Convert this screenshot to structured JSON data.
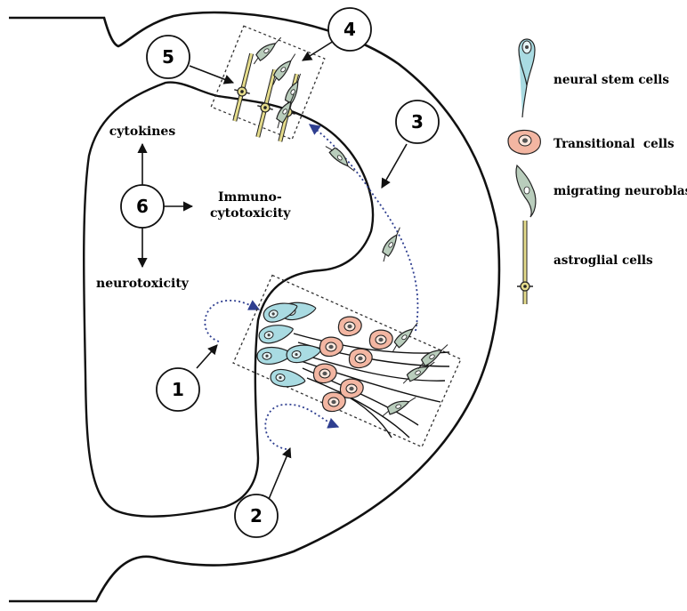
{
  "labels": {
    "cytokines": "cytokines",
    "immuno_line1": "Immuno-",
    "immuno_line2": "cytotoxicity",
    "neurotoxicity": "neurotoxicity"
  },
  "callouts": [
    "1",
    "2",
    "3",
    "4",
    "5",
    "6"
  ],
  "legend": [
    {
      "icon": "neural-stem-cell-icon",
      "label": "neural stem cells"
    },
    {
      "icon": "transitional-cell-icon",
      "label": "Transitional  cells"
    },
    {
      "icon": "migrating-neuroblast-icon",
      "label": "migrating neuroblasts"
    },
    {
      "icon": "astroglial-cell-icon",
      "label": "astroglial cells"
    }
  ],
  "colors": {
    "stem_fill": "#a9dbe2",
    "transitional_fill": "#f3b6a2",
    "neuroblast_fill": "#b9cdbc",
    "astroglia": "#e5dc8c",
    "dotted_arrow": "#2f3f90"
  }
}
